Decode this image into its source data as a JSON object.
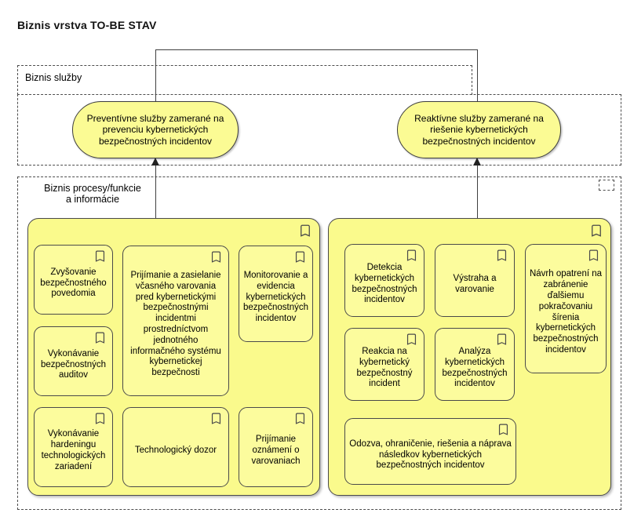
{
  "title": "Biznis vrstva TO-BE STAV",
  "services": {
    "label": "Biznis služby",
    "preventive": "Preventívne služby zamerané na prevenciu kybernetických bezpečnostných incidentov",
    "reactive": "Reaktívne služby zamerané na riešenie kybernetických bezpečnostných incidentov"
  },
  "processes": {
    "label_line1": "Biznis procesy/funkcie",
    "label_line2": "a informácie",
    "left": [
      "Zvyšovanie bezpečnostného povedomia",
      "Prijímanie a zasielanie včasného varovania pred kybernetickými bezpečnostnými incidentmi prostredníctvom jednotného informačného systému kybernetickej bezpečnosti",
      "Monitorovanie a evidencia kybernetických bezpečnostných incidentov",
      "Vykonávanie bezpečnostných auditov",
      "Technologický dozor",
      "Vykonávanie hardeningu technologických zariadení",
      "Prijímanie oznámení o varovaniach"
    ],
    "right": [
      "Detekcia kybernetických bezpečnostných incidentov",
      "Výstraha a varovanie",
      "Návrh opatrení na zabránenie ďalšiemu pokračovaniu šírenia kybernetických bezpečnostných incidentov",
      "Reakcia na kybernetický bezpečnostný incident",
      "Analýza kybernetických bezpečnostných incidentov",
      "Odozva, ohraničenie, riešenia a náprava následkov kybernetických bezpečnostných incidentov"
    ]
  },
  "icons": {
    "marker": "bookmark-icon"
  },
  "colors": {
    "group_fill": "#fafa8c",
    "box_fill": "#fcfc9d",
    "pill_fill": "#fbfb94",
    "stroke": "#4a4a4a",
    "dashed_border": "#4d4d4d",
    "line": "#3f3f3f",
    "background": "#ffffff",
    "text": "#000000"
  }
}
